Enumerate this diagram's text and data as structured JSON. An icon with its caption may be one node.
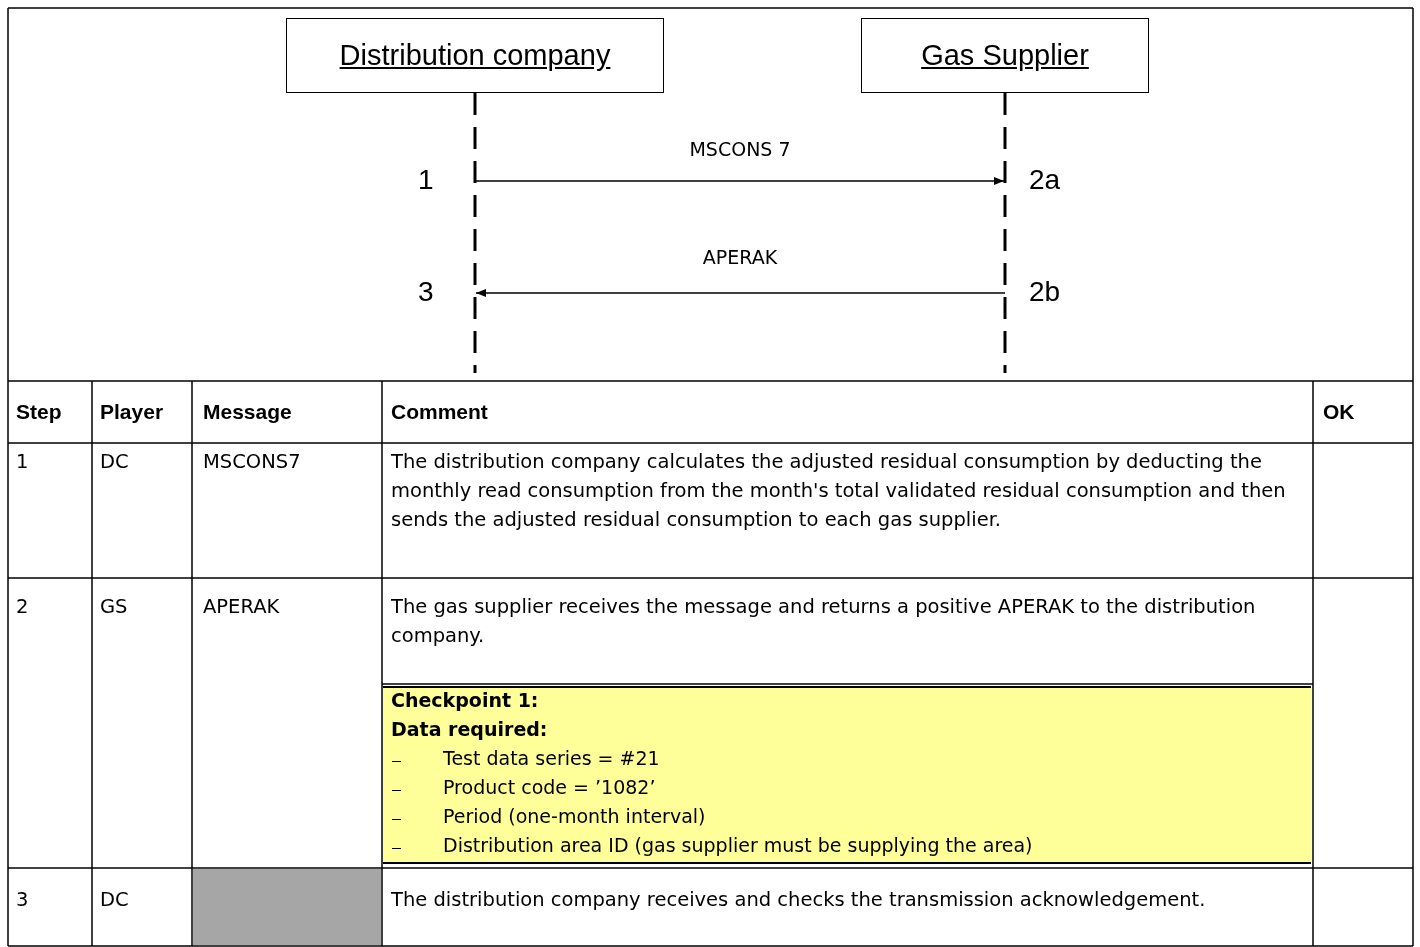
{
  "diagram": {
    "nodes": [
      {
        "text": [
          "Distribution company"
        ]
      },
      {
        "text": [
          "Gas Supplier"
        ]
      }
    ],
    "edges": [
      {
        "from": 0,
        "to": 1,
        "arrow": "to",
        "label": "MSCONS 7"
      },
      {
        "from": 1,
        "to": 0,
        "arrow": "to",
        "label": "APERAK"
      }
    ],
    "labels": [
      "1",
      "2a",
      "3",
      "2b",
      "Step",
      "Player",
      "Message",
      "Comment",
      "OK",
      "1",
      "DC",
      "MSCONS7",
      "The distribution company calculates the adjusted residual consumption by deducting the monthly read consumption from the month's total validated residual consumption and then sends the adjusted residual consumption to each gas supplier.",
      "2",
      "GS",
      "APERAK",
      "The gas supplier receives the message and returns a positive APERAK to the distribution company.",
      "Checkpoint 1:",
      "Data required:",
      "Test data series = #21",
      "Product code = ’1082’",
      "Period (one-month interval)",
      "Distribution area ID (gas supplier must be supplying the area)",
      "3",
      "DC",
      "The distribution company receives and checks the transmission acknowledgement."
    ]
  }
}
